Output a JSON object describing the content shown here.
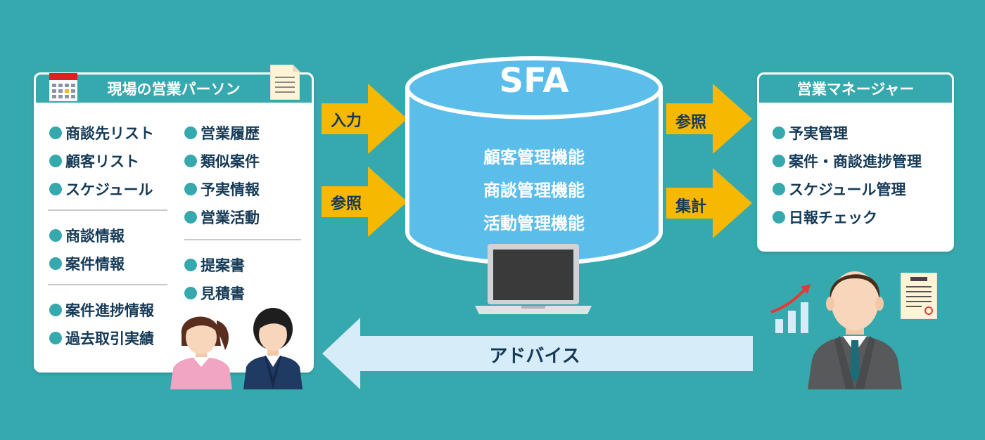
{
  "left_panel": {
    "title": "現場の営業パーソン",
    "col1_group1": [
      "商談先リスト",
      "顧客リスト",
      "スケジュール"
    ],
    "col1_group2": [
      "商談情報",
      "案件情報"
    ],
    "col1_group3": [
      "案件進捗情報",
      "過去取引実績"
    ],
    "col2_group1": [
      "営業履歴",
      "類似案件",
      "予実情報",
      "営業活動"
    ],
    "col2_group2": [
      "提案書",
      "見積書"
    ]
  },
  "arrows_left": {
    "input": "入力",
    "reference": "参照"
  },
  "sfa": {
    "title": "SFA",
    "functions": [
      "顧客管理機能",
      "商談管理機能",
      "活動管理機能"
    ]
  },
  "arrows_right": {
    "reference": "参照",
    "aggregate": "集計"
  },
  "right_panel": {
    "title": "営業マネージャー",
    "items": [
      "予実管理",
      "案件・商談進捗管理",
      "スケジュール管理",
      "日報チェック"
    ]
  },
  "advice_arrow": {
    "label": "アドバイス"
  },
  "colors": {
    "background": "#36a9ae",
    "arrow_yellow": "#f6b800",
    "sfa_blue": "#5bbdea",
    "advice_blue": "#d6ecf9",
    "text_navy": "#153a57",
    "bullet_teal": "#36a9ae"
  }
}
